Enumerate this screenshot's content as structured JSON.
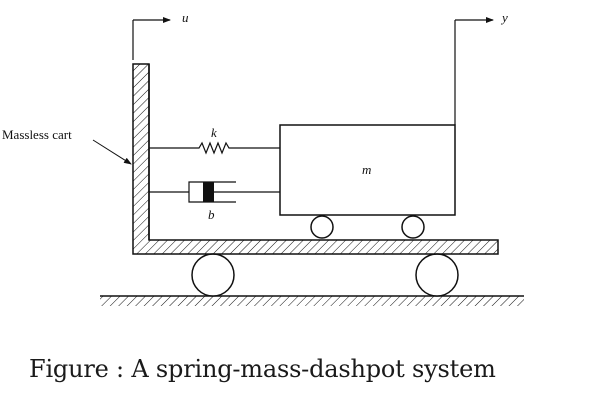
{
  "labels": {
    "input_var": "u",
    "output_var": "y",
    "spring": "k",
    "damper": "b",
    "mass": "m",
    "cart": "Massless cart"
  },
  "caption": "Figure : A spring-mass-dashpot system",
  "colors": {
    "stroke": "#111111",
    "background": "#ffffff",
    "text": "#1a1a1a"
  }
}
